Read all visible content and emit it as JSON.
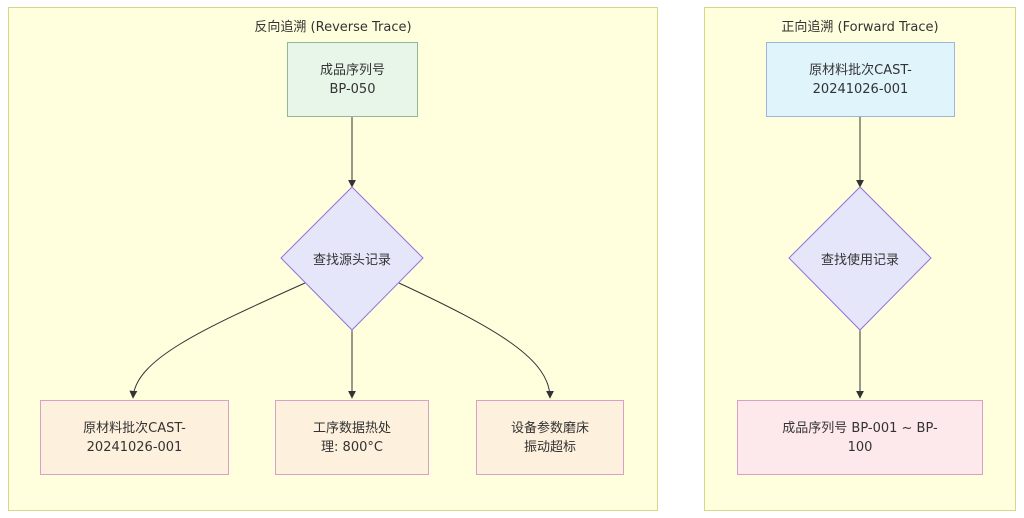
{
  "reverse": {
    "title": "反向追溯 (Reverse Trace)",
    "start": {
      "label": "成品序列号\nBP-050",
      "fill": "#e8f5e9",
      "stroke": "#8fb996"
    },
    "decision": {
      "label": "查找源头记录",
      "fill": "#e6e6fa",
      "stroke": "#9370db"
    },
    "results": [
      {
        "label": "原材料批次CAST-\n20241026-001",
        "fill": "#fdf0dc",
        "stroke": "#d9a0c8"
      },
      {
        "label": "工序数据热处\n理: 800°C",
        "fill": "#fdf0dc",
        "stroke": "#d9a0c8"
      },
      {
        "label": "设备参数磨床\n振动超标",
        "fill": "#fdf0dc",
        "stroke": "#d9a0c8"
      }
    ]
  },
  "forward": {
    "title": "正向追溯 (Forward Trace)",
    "start": {
      "label": "原材料批次CAST-\n20241026-001",
      "fill": "#e0f4fc",
      "stroke": "#9ab6d8"
    },
    "decision": {
      "label": "查找使用记录",
      "fill": "#e6e6fa",
      "stroke": "#9370db"
    },
    "result": {
      "label": "成品序列号 BP-001 ~ BP-\n100",
      "fill": "#fde8ec",
      "stroke": "#d9a0c8"
    }
  },
  "colors": {
    "cluster_fill": "#ffffde",
    "cluster_stroke": "#d7d78a",
    "edge": "#333333"
  }
}
